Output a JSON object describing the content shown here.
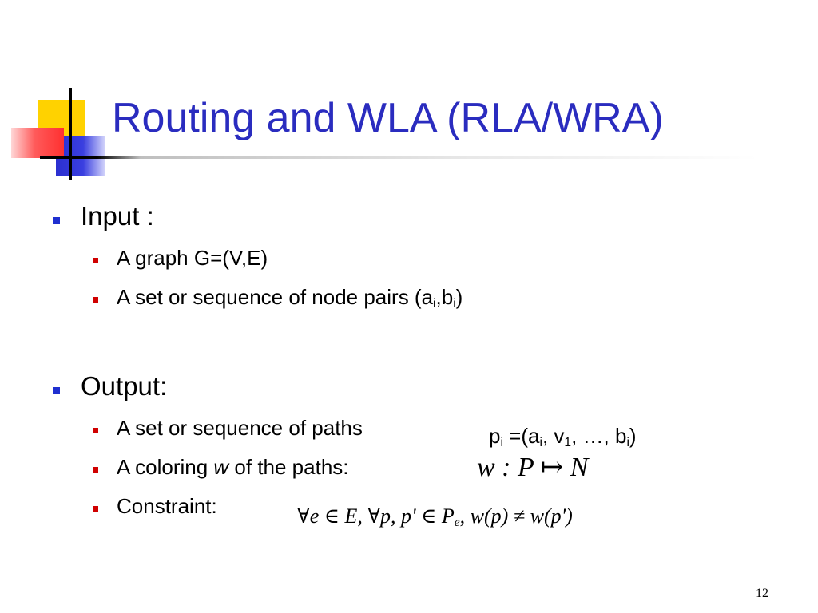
{
  "slide": {
    "title": "Routing and WLA (RLA/WRA)",
    "page_number": "12",
    "colors": {
      "title": "#2a2cbf",
      "level1_bullet": "#1f2fd0",
      "level2_bullet": "#d00000",
      "logo_yellow": "#ffd200",
      "logo_blue": "#2b2fd0",
      "logo_red": "#ff3030"
    }
  },
  "sections": [
    {
      "heading": "Input :",
      "items": [
        {
          "text": "A graph G=(V,E)"
        },
        {
          "text_prefix": "A set or sequence of node pairs (a",
          "sub1": "i",
          "mid": ",b",
          "sub2": "i",
          "suffix": ")"
        }
      ]
    },
    {
      "heading": "Output:",
      "items": [
        {
          "text": "A set or sequence of paths"
        },
        {
          "text_prefix": "A coloring ",
          "italic": "w",
          "suffix": " of the paths:"
        },
        {
          "text": "Constraint:"
        }
      ]
    }
  ],
  "formulas": {
    "paths": {
      "p": "p",
      "p_sub": "i",
      "eq": " =(a",
      "a_sub": "i",
      "v": ", v",
      "v_sub": "1",
      "dots": ", …, b",
      "b_sub": "i",
      "close": ")"
    },
    "coloring": "w : P ↦ N",
    "constraint": {
      "pre": "∀e ∈ E,  ∀p, p' ∈ P",
      "sub": "e",
      "post": ", w(p) ≠ w(p')"
    }
  }
}
